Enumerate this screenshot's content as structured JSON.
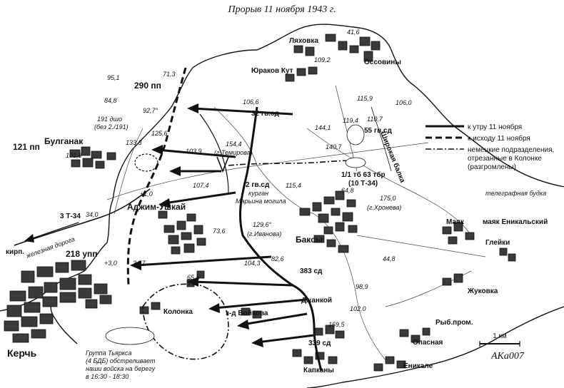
{
  "title": "Прорыв 11 ноября 1943 г.",
  "legend": {
    "solid": "к утру 11 ноября",
    "dashed": "к исходу 11 ноября",
    "dashdot_1": "немецкие подразделения,",
    "dashdot_2": "отрезанные в Колонке",
    "dashdot_3": "(разгромлены)"
  },
  "scale": "1 км",
  "signature": "AKa007",
  "places": {
    "lyakhovka": "Ляховка",
    "ossoviny": "Оссовины",
    "yurakov_kut": "Юраков Кут",
    "bulganak": "Булганак",
    "adzhim": "Аджим-Ушкай",
    "baksy": "Баксы",
    "kolonka": "Колонка",
    "voykovo": "з-д Войкова",
    "dzhankoy": "Джанкой",
    "kerch": "Керчь",
    "kirp": "кирп.",
    "mayak": "Маяк",
    "mayak_enik": "маяк Еникальский",
    "gleyki": "Глейки",
    "zhukovka": "Жуковка",
    "ryb": "Рыб.пром.",
    "opasnaya": "Опасная",
    "enikale": "Еникале",
    "kapkany": "Капканы",
    "tel": "телеграфная будка",
    "balka": "Широкая балка",
    "railway": "железная дорога",
    "kurgan_1": "курган",
    "kurgan_2": "Марьина могила"
  },
  "units": {
    "pp290": "290 пп",
    "pp121": "121 пп",
    "upp218": "218 упп",
    "sd32": "32 гв.сд",
    "sd55": "55 гв.сд",
    "sd2": "2 гв.сд",
    "sd383": "383 сд",
    "sd339": "339 сд",
    "dsho_1": "191 дшо",
    "dsho_2": "(без 2./191)",
    "tb_1": "1/1 тб 63 тбр",
    "tb_2": "(10 Т-34)",
    "t34": "3 Т-34",
    "group_1": "Группа Тьяркса",
    "group_2": "(4 БДБ) обстреливает",
    "group_3": "наши войска на берегу",
    "group_4": "в 16:30 - 18:30"
  },
  "heights": {
    "h416": "41,6",
    "h1092": "109,2",
    "h1159": "115,9",
    "h1060": "106,0",
    "h1107": "110,7",
    "h1441": "144,1",
    "h1194": "119,4",
    "h1407": "140,7",
    "h1066": "106,6",
    "h1544": "154,4",
    "h1544n": "(г.Темирова)",
    "h1039": "103,9",
    "h951": "95,1",
    "h713": "71,3",
    "h848": "84,8",
    "h927": "92,7°",
    "h1256": "125,6",
    "h1333": "133,3",
    "h1018": "101,8",
    "h1074": "107,4",
    "h1154": "115,4",
    "h648": "64,8",
    "h1750": "175,0",
    "h1750n": "(г.Хронева)",
    "h1296": "129,6°",
    "h1296n": "(г.Иванова)",
    "h736": "73,6",
    "h340": "34,0",
    "h10": "+1,0",
    "h30": "+3,0",
    "h347": "34,7",
    "h1043": "104,3",
    "h826": "82,6",
    "h655": "65,5",
    "h448": "44,8",
    "h989": "98,9",
    "h1020": "102,0",
    "h1695": "169,5"
  }
}
